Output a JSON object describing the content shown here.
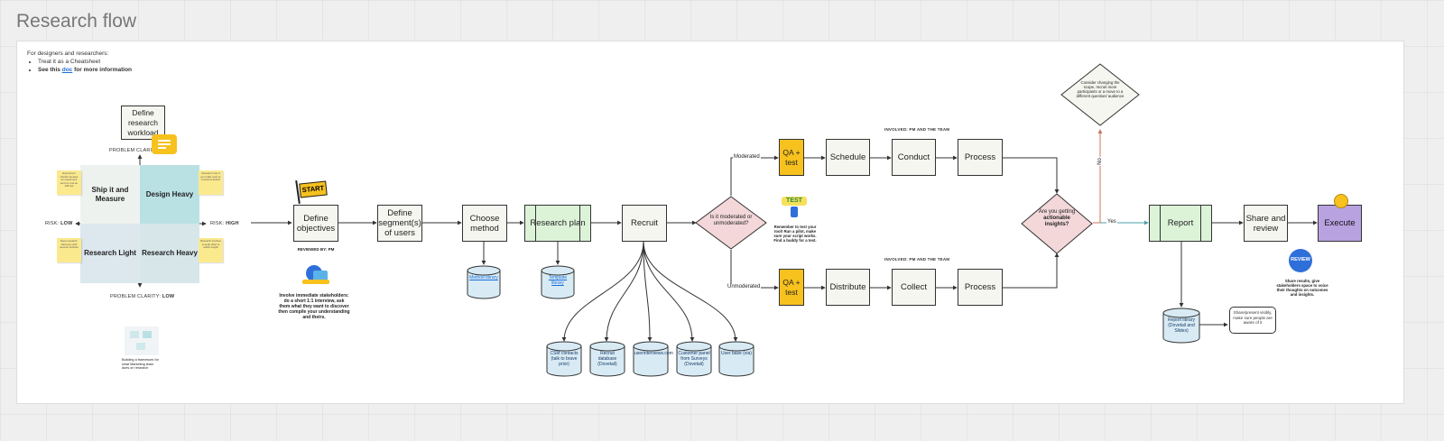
{
  "title": "Research flow",
  "intro": {
    "heading": "For designers and researchers:",
    "bullet1": "Treat it as a Cheatsheet",
    "bullet2_pre": "See this ",
    "bullet2_link": "doc",
    "bullet2_post": " for more information"
  },
  "quadrant": {
    "top_axis_label": "PROBLEM CLARITY: HIGH",
    "bottom_axis_label_pre": "PROBLEM CLARITY: ",
    "bottom_axis_label_val": "LOW",
    "left_axis_label_pre": "RISK: ",
    "left_axis_label_val": "LOW",
    "right_axis_label_pre": "RISK: ",
    "right_axis_label_val": "HIGH",
    "tl": "Ship it and Measure",
    "tr": "Design Heavy",
    "bl": "Research Light",
    "br": "Research Heavy",
    "colors": {
      "tl": "#eef2ee",
      "tr": "#b9e1e3",
      "bl": "#dce7ee",
      "br": "#d7e6e9"
    }
  },
  "nodes": {
    "define_workload": "Define research workload",
    "define_objectives": "Define objectives",
    "define_segments": "Define segment(s) of users",
    "choose_method": "Choose method",
    "research_plan": "Research plan",
    "recruit": "Recruit",
    "diamond_moderated": "Is it moderated or unmoderated?",
    "qa_test": "QA + test",
    "schedule": "Schedule",
    "conduct": "Conduct",
    "process": "Process",
    "distribute": "Distribute",
    "collect": "Collect",
    "diamond_actionable_pre": "Are you getting",
    "diamond_actionable_bold": "actionable insights?",
    "diamond_consider": "Consider changing the scope, recruit more participants or a move to a different question/ audience",
    "report": "Report",
    "share_review": "Share and review",
    "execute": "Execute"
  },
  "edge_labels": {
    "moderated": "Moderated",
    "unmoderated": "Unmoderated",
    "yes": "Yes",
    "no": "No"
  },
  "involved_top": "INVOLVED: PM AND THE TEAM",
  "involved_bottom": "INVOLVED: PM AND THE TEAM",
  "reviewed_by": "REVIEWED BY: PM",
  "start_sticker": "START",
  "test_sticker": "TEST",
  "review_sticker": "REVIEW",
  "notes": {
    "stakeholders": "Involve immediate stakeholders: do a short 1:1 interview, ask them what they want to discover then compile your understanding and theirs.",
    "test_note": "Remember to test your tool! Run a pilot, make sure your script works. Find a buddy for a test.",
    "share_note": "Share results, give stakeholders space to voice their thoughts on outcomes and insights.",
    "report_speech": "Share/present visibly, make sure people are aware of it",
    "thumb_caption": "Building a framework for what Marketing team does on research"
  },
  "databases": {
    "method_library": "Method library",
    "template_library": "Template library",
    "csm": "CSM contacts (talk to brave prior)",
    "recruit_db": "Recruit database (Dovetail)",
    "userinterviews": "userinterviews.com",
    "customer_panel": "Customer panel from Surveys (Dovetail)",
    "user_base": "User base (via)",
    "report_library": "Report library (Dovetail and Slides)"
  },
  "sticky_texts": {
    "s1": "Experiment should compare an experiment and run it as an A/B test",
    "s2": "Research only if you really need to; conduct research",
    "s3": "Deep research, discovery with several methods",
    "s4": "Research involves enough effort to collect insight"
  }
}
